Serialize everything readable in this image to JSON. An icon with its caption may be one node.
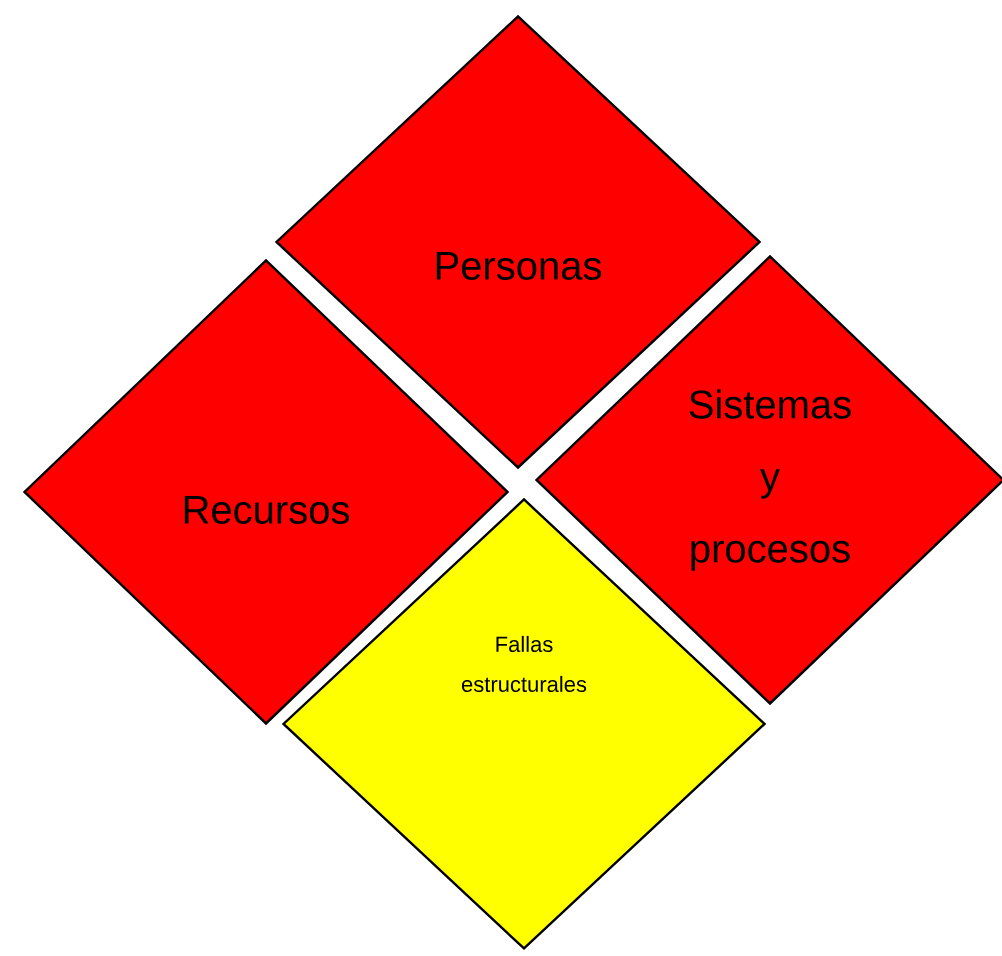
{
  "diagram": {
    "nodes": [
      {
        "text": [
          "Personas"
        ]
      },
      {
        "text": [
          "Recursos"
        ]
      },
      {
        "text": [
          "Sistemas y procesos"
        ]
      },
      {
        "text": [
          "Fallas estructurales"
        ]
      }
    ]
  }
}
